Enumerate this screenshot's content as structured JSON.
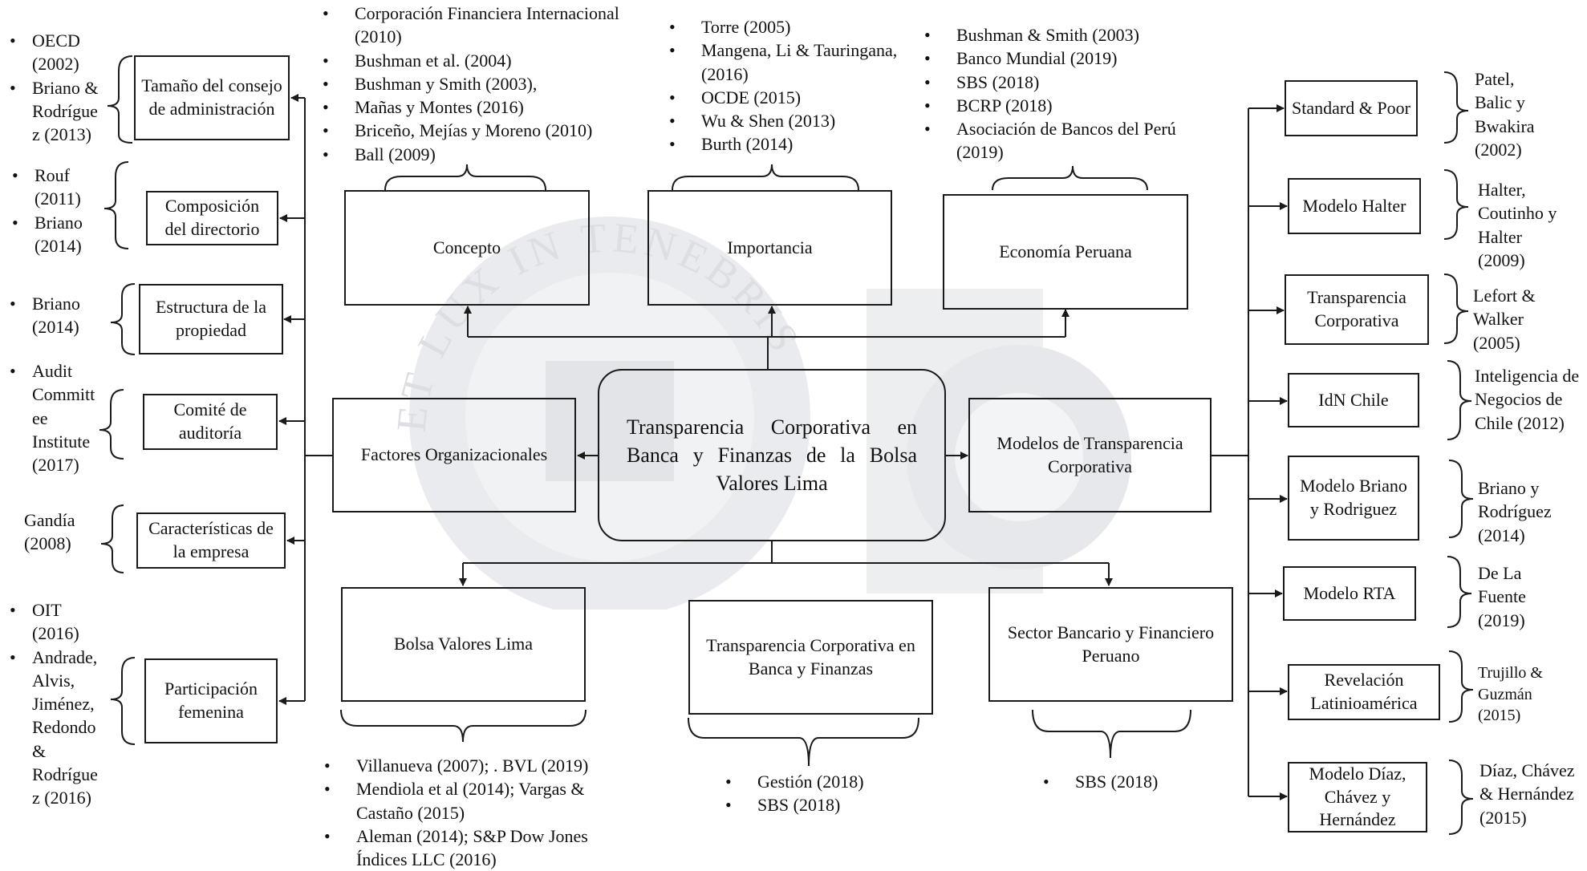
{
  "central": {
    "title": "Transparencia Corporativa en Banca y Finanzas de la Bolsa Valores Lima"
  },
  "top_boxes": {
    "concepto": "Concepto",
    "importancia": "Importancia",
    "economia": "Economía Peruana"
  },
  "top_refs": {
    "concepto": [
      "Corporación Financiera Internacional (2010)",
      "Bushman et al. (2004)",
      "Bushman y Smith (2003),",
      "Mañas y Montes (2016)",
      "Briceño, Mejías y Moreno (2010)",
      "Ball (2009)"
    ],
    "importancia": [
      "Torre (2005)",
      "Mangena, Li & Tauringana, (2016)",
      "OCDE (2015)",
      "Wu & Shen (2013)",
      "Burth (2014)"
    ],
    "economia": [
      "Bushman & Smith (2003)",
      "Banco Mundial (2019)",
      "SBS (2018)",
      "BCRP (2018)",
      "Asociación de Bancos del Perú (2019)"
    ]
  },
  "mid_boxes": {
    "factores": "Factores Organizacionales",
    "modelos": "Modelos de Transparencia Corporativa"
  },
  "bottom_boxes": {
    "bvl": "Bolsa Valores Lima",
    "tcbf": "Transparencia Corporativa en Banca y Finanzas",
    "sector": "Sector Bancario y Financiero Peruano"
  },
  "bottom_refs": {
    "bvl": [
      "Villanueva (2007);  . BVL (2019)",
      "Mendiola et al (2014);  Vargas & Castaño (2015)",
      "Aleman (2014);  S&P Dow Jones Índices LLC (2016)"
    ],
    "tcbf": [
      "Gestión (2018)",
      "SBS (2018)"
    ],
    "sector": [
      "SBS (2018)"
    ]
  },
  "left_items": [
    {
      "label": "Tamaño del consejo de administración",
      "refs": [
        "OECD (2002)",
        "Briano & Rodrígue z (2013)"
      ]
    },
    {
      "label": "Composición del directorio",
      "refs": [
        "Rouf (2011)",
        "Briano (2014)"
      ]
    },
    {
      "label": "Estructura de la propiedad",
      "refs": [
        "Briano (2014)"
      ]
    },
    {
      "label": "Comité de auditoría",
      "refs": [
        "Audit Committ ee Institute (2017)"
      ]
    },
    {
      "label": "Características de la empresa",
      "refs": [
        "Gandía (2008)"
      ]
    },
    {
      "label": "Participación femenina",
      "refs": [
        "OIT (2016)",
        "Andrade, Alvis, Jiménez, Redondo & Rodrígue z (2016)"
      ]
    }
  ],
  "right_items": [
    {
      "label": "Standard & Poor",
      "cite": "Patel, Balic y Bwakira (2002)"
    },
    {
      "label": "Modelo Halter",
      "cite": "Halter, Coutinho y Halter (2009)"
    },
    {
      "label": "Transparencia Corporativa",
      "cite": "Lefort & Walker (2005)"
    },
    {
      "label": "IdN Chile",
      "cite": "Inteligencia de Negocios de Chile (2012)"
    },
    {
      "label": "Modelo Briano y Rodriguez",
      "cite": "Briano y Rodríguez (2014)"
    },
    {
      "label": "Modelo RTA",
      "cite": "De La Fuente (2019)"
    },
    {
      "label": "Revelación Latinioamérica",
      "cite": "Trujillo & Guzmán (2015)"
    },
    {
      "label": "Modelo Díaz, Chávez y Hernández",
      "cite": "Díaz, Chávez & Hernández (2015)"
    }
  ],
  "watermark": {
    "motto": "ET LUX IN TENEBRIS LUCET"
  }
}
